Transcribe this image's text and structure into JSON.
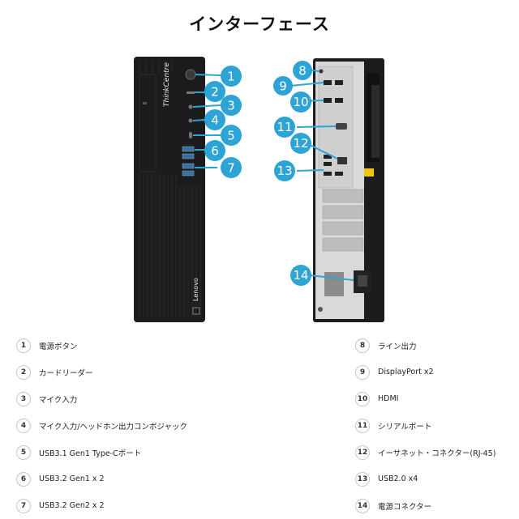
{
  "title": "インターフェース",
  "brand_vertical": "ThinkCentre",
  "brand_bottom": "Lenovo",
  "accent_color": "#2ea3d5",
  "legend_left": [
    {
      "num": "1",
      "label": "電源ボタン"
    },
    {
      "num": "2",
      "label": "カードリーダー"
    },
    {
      "num": "3",
      "label": "マイク入力"
    },
    {
      "num": "4",
      "label": "マイク入力/ヘッドホン出力コンボジャック"
    },
    {
      "num": "5",
      "label": "USB3.1 Gen1 Type-Cポート"
    },
    {
      "num": "6",
      "label": "USB3.2 Gen1 x 2"
    },
    {
      "num": "7",
      "label": "USB3.2 Gen2 x 2"
    }
  ],
  "legend_right": [
    {
      "num": "8",
      "label": "ライン出力"
    },
    {
      "num": "9",
      "label": "DisplayPort x2"
    },
    {
      "num": "10",
      "label": "HDMI"
    },
    {
      "num": "11",
      "label": "シリアルポート"
    },
    {
      "num": "12",
      "label": "イーサネット・コネクター(RJ-45)"
    },
    {
      "num": "13",
      "label": "USB2.0 x4"
    },
    {
      "num": "14",
      "label": "電源コネクター"
    }
  ],
  "callout_numbers": [
    "1",
    "2",
    "3",
    "4",
    "5",
    "6",
    "7",
    "8",
    "9",
    "10",
    "11",
    "12",
    "13",
    "14"
  ]
}
